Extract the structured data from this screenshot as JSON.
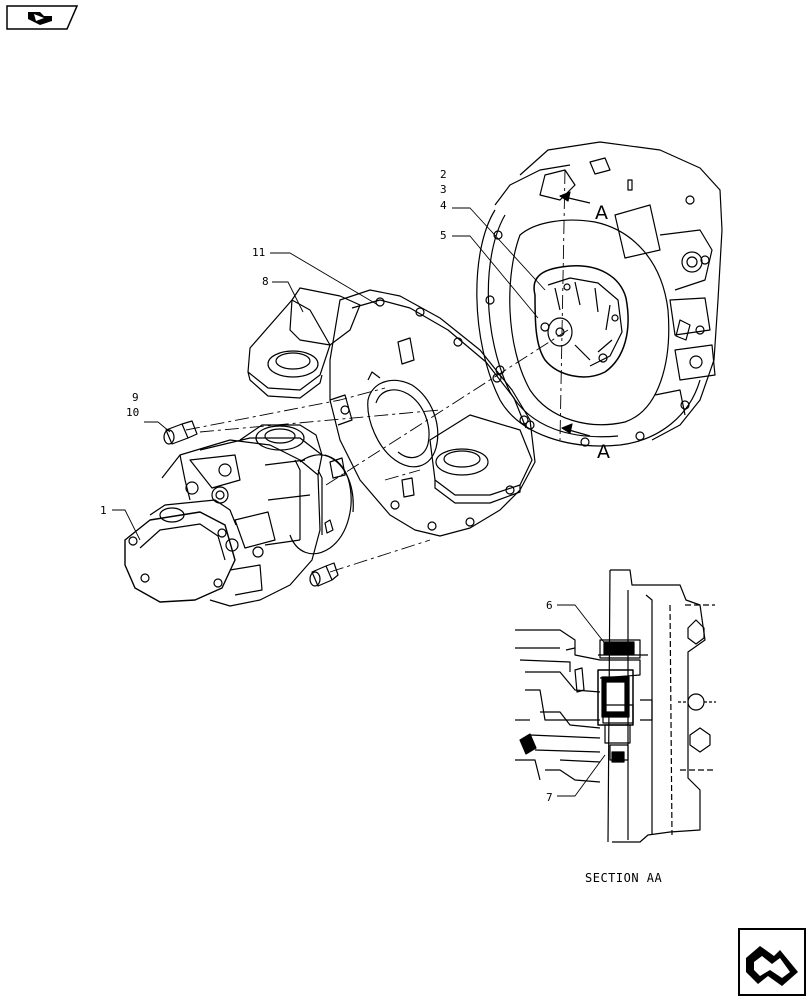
{
  "navigation": {
    "back_icon": "arrow-back-icon",
    "next_icon": "arrow-next-icon"
  },
  "callouts": {
    "c1": "1",
    "c2": "2",
    "c3": "3",
    "c4": "4",
    "c5": "5",
    "c6": "6",
    "c7": "7",
    "c8": "8",
    "c9": "9",
    "c10": "10",
    "c11": "11"
  },
  "section_markers": {
    "top": "A",
    "bottom": "A"
  },
  "section_caption": "SECTION AA"
}
